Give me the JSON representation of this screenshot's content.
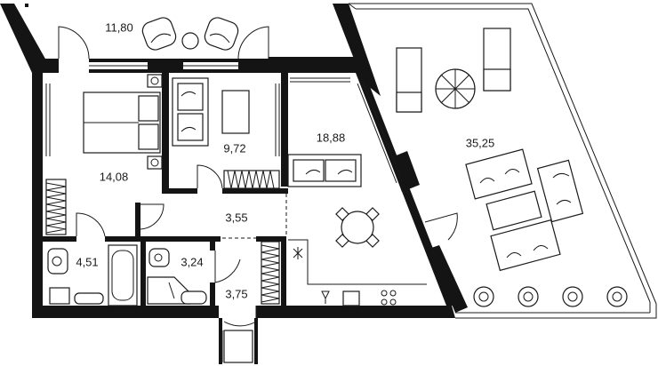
{
  "rooms": [
    {
      "id": "balcony",
      "area": "11,80"
    },
    {
      "id": "bedroom",
      "area": "14,08"
    },
    {
      "id": "study",
      "area": "9,72"
    },
    {
      "id": "living",
      "area": "18,88"
    },
    {
      "id": "terrace",
      "area": "35,25"
    },
    {
      "id": "hall",
      "area": "3,55"
    },
    {
      "id": "bath-1",
      "area": "4,51"
    },
    {
      "id": "bath-2",
      "area": "3,24"
    },
    {
      "id": "entry",
      "area": "3,75"
    }
  ],
  "colors": {
    "wall": "#141414",
    "line": "#1a1a1a",
    "background": "#ffffff"
  }
}
